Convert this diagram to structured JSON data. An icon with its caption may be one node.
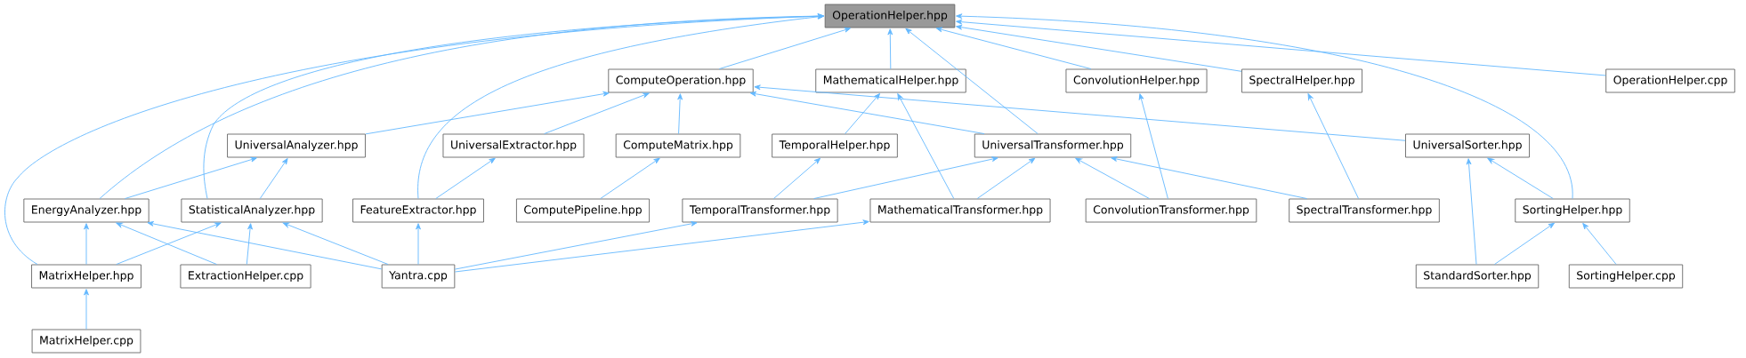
{
  "diagram": {
    "nodes": [
      {
        "text": [
          "OperationHelper.hpp"
        ]
      },
      {
        "text": [
          "ComputeOperation.hpp"
        ]
      },
      {
        "text": [
          "MathematicalHelper.hpp"
        ]
      },
      {
        "text": [
          "ConvolutionHelper.hpp"
        ]
      },
      {
        "text": [
          "SpectralHelper.hpp"
        ]
      },
      {
        "text": [
          "OperationHelper.cpp"
        ]
      },
      {
        "text": [
          "UniversalAnalyzer.hpp"
        ]
      },
      {
        "text": [
          "UniversalExtractor.hpp"
        ]
      },
      {
        "text": [
          "ComputeMatrix.hpp"
        ]
      },
      {
        "text": [
          "TemporalHelper.hpp"
        ]
      },
      {
        "text": [
          "UniversalTransformer.hpp"
        ]
      },
      {
        "text": [
          "UniversalSorter.hpp"
        ]
      },
      {
        "text": [
          "EnergyAnalyzer.hpp"
        ]
      },
      {
        "text": [
          "StatisticalAnalyzer.hpp"
        ]
      },
      {
        "text": [
          "FeatureExtractor.hpp"
        ]
      },
      {
        "text": [
          "ComputePipeline.hpp"
        ]
      },
      {
        "text": [
          "TemporalTransformer.hpp"
        ]
      },
      {
        "text": [
          "MathematicalTransformer.hpp"
        ]
      },
      {
        "text": [
          "ConvolutionTransformer.hpp"
        ]
      },
      {
        "text": [
          "SpectralTransformer.hpp"
        ]
      },
      {
        "text": [
          "SortingHelper.hpp"
        ]
      },
      {
        "text": [
          "MatrixHelper.hpp"
        ]
      },
      {
        "text": [
          "ExtractionHelper.cpp"
        ]
      },
      {
        "text": [
          "Yantra.cpp"
        ]
      },
      {
        "text": [
          "StandardSorter.hpp"
        ]
      },
      {
        "text": [
          "SortingHelper.cpp"
        ]
      },
      {
        "text": [
          "MatrixHelper.cpp"
        ]
      }
    ],
    "edges": [
      {
        "from": 1,
        "to": 0,
        "arrow": "to"
      },
      {
        "from": 2,
        "to": 0,
        "arrow": "to"
      },
      {
        "from": 3,
        "to": 0,
        "arrow": "to"
      },
      {
        "from": 4,
        "to": 0,
        "arrow": "to"
      },
      {
        "from": 5,
        "to": 0,
        "arrow": "to"
      },
      {
        "from": 10,
        "to": 0,
        "arrow": "to"
      },
      {
        "from": 20,
        "to": 0,
        "arrow": "to"
      },
      {
        "from": 12,
        "to": 0,
        "arrow": "to"
      },
      {
        "from": 13,
        "to": 0,
        "arrow": "to"
      },
      {
        "from": 14,
        "to": 0,
        "arrow": "to"
      },
      {
        "from": 21,
        "to": 0,
        "arrow": "to"
      },
      {
        "from": 6,
        "to": 1,
        "arrow": "to"
      },
      {
        "from": 7,
        "to": 1,
        "arrow": "to"
      },
      {
        "from": 8,
        "to": 1,
        "arrow": "to"
      },
      {
        "from": 10,
        "to": 1,
        "arrow": "to"
      },
      {
        "from": 11,
        "to": 1,
        "arrow": "to"
      },
      {
        "from": 9,
        "to": 2,
        "arrow": "to"
      },
      {
        "from": 17,
        "to": 2,
        "arrow": "to"
      },
      {
        "from": 18,
        "to": 3,
        "arrow": "to"
      },
      {
        "from": 19,
        "to": 4,
        "arrow": "to"
      },
      {
        "from": 12,
        "to": 6,
        "arrow": "to"
      },
      {
        "from": 13,
        "to": 6,
        "arrow": "to"
      },
      {
        "from": 14,
        "to": 7,
        "arrow": "to"
      },
      {
        "from": 15,
        "to": 8,
        "arrow": "to"
      },
      {
        "from": 16,
        "to": 9,
        "arrow": "to"
      },
      {
        "from": 16,
        "to": 10,
        "arrow": "to"
      },
      {
        "from": 17,
        "to": 10,
        "arrow": "to"
      },
      {
        "from": 18,
        "to": 10,
        "arrow": "to"
      },
      {
        "from": 19,
        "to": 10,
        "arrow": "to"
      },
      {
        "from": 24,
        "to": 11,
        "arrow": "to"
      },
      {
        "from": 20,
        "to": 11,
        "arrow": "to"
      },
      {
        "from": 21,
        "to": 12,
        "arrow": "to"
      },
      {
        "from": 22,
        "to": 12,
        "arrow": "to"
      },
      {
        "from": 23,
        "to": 12,
        "arrow": "to"
      },
      {
        "from": 21,
        "to": 13,
        "arrow": "to"
      },
      {
        "from": 22,
        "to": 13,
        "arrow": "to"
      },
      {
        "from": 23,
        "to": 13,
        "arrow": "to"
      },
      {
        "from": 23,
        "to": 14,
        "arrow": "to"
      },
      {
        "from": 23,
        "to": 16,
        "arrow": "to"
      },
      {
        "from": 23,
        "to": 17,
        "arrow": "to"
      },
      {
        "from": 24,
        "to": 20,
        "arrow": "to"
      },
      {
        "from": 25,
        "to": 20,
        "arrow": "to"
      },
      {
        "from": 26,
        "to": 21,
        "arrow": "to"
      }
    ]
  }
}
